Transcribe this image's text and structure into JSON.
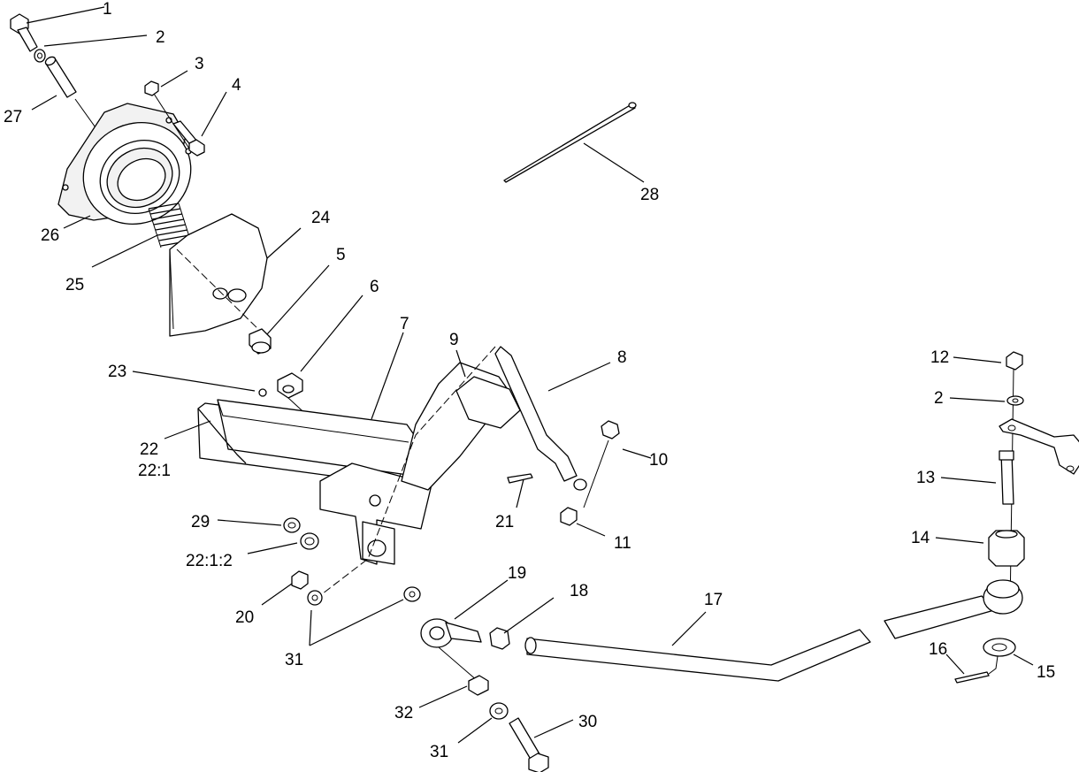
{
  "callouts": {
    "c1": "1",
    "c2a": "2",
    "c2b": "2",
    "c3": "3",
    "c4": "4",
    "c5": "5",
    "c6": "6",
    "c7": "7",
    "c8": "8",
    "c9": "9",
    "c10": "10",
    "c11": "11",
    "c12": "12",
    "c13": "13",
    "c14": "14",
    "c15": "15",
    "c16": "16",
    "c17": "17",
    "c18": "18",
    "c19": "19",
    "c20": "20",
    "c21": "21",
    "c22": "22",
    "c22_1": "22:1",
    "c22_1_2": "22:1:2",
    "c23": "23",
    "c24": "24",
    "c25": "25",
    "c26": "26",
    "c27": "27",
    "c28": "28",
    "c29": "29",
    "c30": "30",
    "c31a": "31",
    "c31b": "31",
    "c32": "32"
  }
}
